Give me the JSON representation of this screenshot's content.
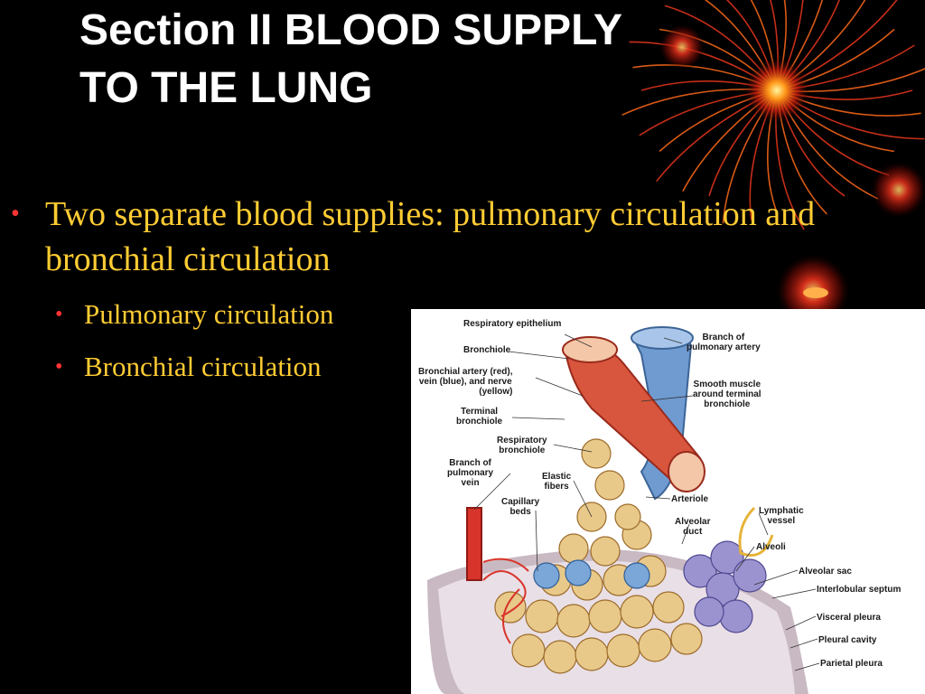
{
  "title": {
    "line1": "Section II BLOOD SUPPLY",
    "line2": "TO THE LUNG"
  },
  "bullets": [
    {
      "text": "Two separate blood supplies: pulmonary circulation and bronchial circulation",
      "level": 1
    },
    {
      "text": "Pulmonary circulation",
      "level": 2
    },
    {
      "text": "Bronchial circulation",
      "level": 2
    }
  ],
  "figure_labels": {
    "respiratory_epithelium": "Respiratory epithelium",
    "bronchiole": "Bronchiole",
    "bronchial_vessels_1": "Bronchial artery (red),",
    "bronchial_vessels_2": "vein (blue), and nerve",
    "bronchial_vessels_3": "(yellow)",
    "terminal_bronchiole_1": "Terminal",
    "terminal_bronchiole_2": "bronchiole",
    "respiratory_bronchiole_1": "Respiratory",
    "respiratory_bronchiole_2": "bronchiole",
    "branch_pulmonary_vein_1": "Branch of",
    "branch_pulmonary_vein_2": "pulmonary",
    "branch_pulmonary_vein_3": "vein",
    "elastic_fibers_1": "Elastic",
    "elastic_fibers_2": "fibers",
    "capillary_beds_1": "Capillary",
    "capillary_beds_2": "beds",
    "branch_pulmonary_artery_1": "Branch of",
    "branch_pulmonary_artery_2": "pulmonary artery",
    "smooth_muscle_1": "Smooth muscle",
    "smooth_muscle_2": "around terminal",
    "smooth_muscle_3": "bronchiole",
    "arteriole": "Arteriole",
    "alveolar_duct_1": "Alveolar",
    "alveolar_duct_2": "duct",
    "lymphatic_vessel_1": "Lymphatic",
    "lymphatic_vessel_2": "vessel",
    "alveoli": "Alveoli",
    "alveolar_sac": "Alveolar sac",
    "interlobular_septum": "Interlobular septum",
    "visceral_pleura": "Visceral pleura",
    "pleural_cavity": "Pleural cavity",
    "parietal_pleura": "Parietal pleura"
  },
  "colors": {
    "background": "#000000",
    "title": "#ffffff",
    "bullet_text": "#ffcc33",
    "bullet_marker": "#ff3333",
    "artery": "#d9342b",
    "vein": "#5b8fc9",
    "alveoli": "#e8c98a"
  }
}
